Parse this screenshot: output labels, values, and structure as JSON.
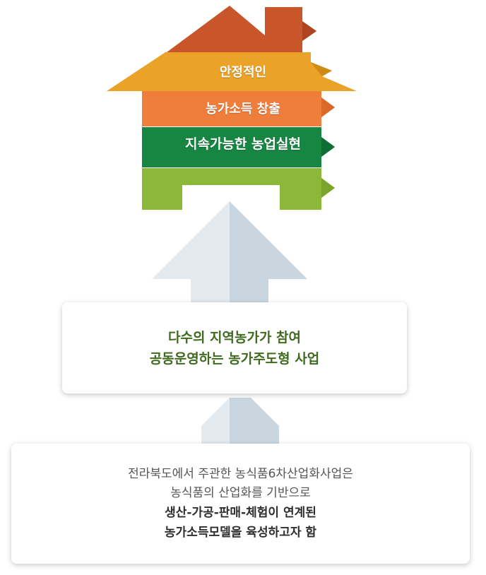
{
  "house": {
    "colors": {
      "roof": "#c9552a",
      "eave": "#eaa228",
      "orange": "#ef7e3c",
      "green": "#178642",
      "lime": "#8cb83a"
    },
    "levels": [
      {
        "label": "안정적인"
      },
      {
        "label": "농가소득 창출"
      },
      {
        "label": "지속가능한 농업실현"
      }
    ]
  },
  "middle_box": {
    "line1": "다수의 지역농가가 참여",
    "line2": "공동운영하는 농가주도형 사업"
  },
  "bottom_box": {
    "line1": "전라북도에서 주관한 농식품6차산업화사업은",
    "line2": "농식품의 산업화를 기반으로",
    "line3": "생산-가공-판매-체험이 연계된",
    "line4": "농가소득모델을 육성하고자 함"
  }
}
